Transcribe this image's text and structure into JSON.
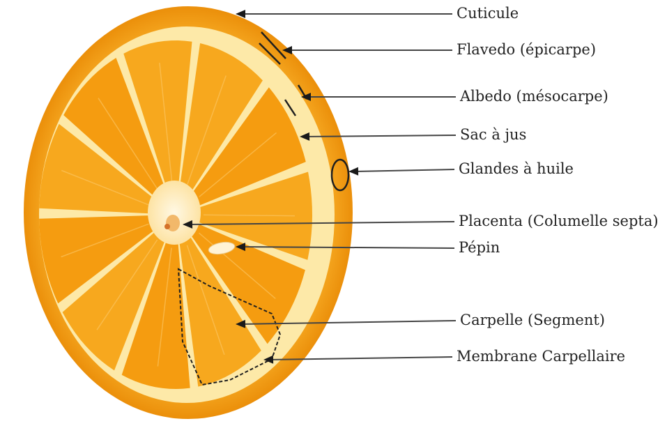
{
  "diagram": {
    "labels": [
      {
        "id": "cuticule",
        "text": "Cuticule"
      },
      {
        "id": "flavedo",
        "text": "Flavedo (épicarpe)"
      },
      {
        "id": "albedo",
        "text": "Albedo (mésocarpe)"
      },
      {
        "id": "sac-a-jus",
        "text": "Sac à jus"
      },
      {
        "id": "glandes-a-huile",
        "text": "Glandes à huile"
      },
      {
        "id": "placenta",
        "text": "Placenta (Columelle septa)"
      },
      {
        "id": "pepin",
        "text": "Pépin"
      },
      {
        "id": "carpelle",
        "text": "Carpelle (Segment)"
      },
      {
        "id": "membrane-carpellaire",
        "text": "Membrane Carpellaire"
      }
    ],
    "colors": {
      "peel": "#f4a21a",
      "albedo": "#fde9a8",
      "segment": "#f49a0c",
      "segment_light": "#fbb535",
      "membrane": "#ffe4a0",
      "arrow": "#444444",
      "text": "#222222"
    }
  }
}
